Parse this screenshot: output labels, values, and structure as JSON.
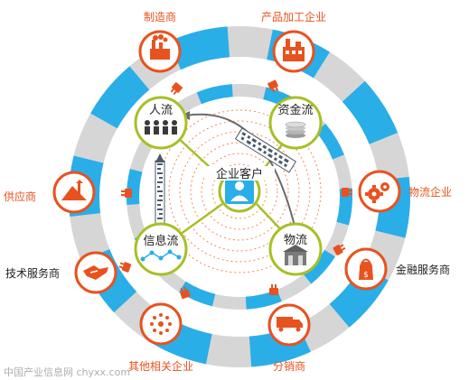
{
  "colors": {
    "orange": "#e8521f",
    "olive": "#a8bf27",
    "cyan": "#2aaee8",
    "gray": "#d4d4d4",
    "dark_gray": "#6b6b6b",
    "red_dash": "#f08a5a"
  },
  "center": {
    "label": "企业客户",
    "icon": "person-icon"
  },
  "flows": [
    {
      "label": "人流",
      "icon": "people-icon"
    },
    {
      "label": "资金流",
      "icon": "coins-icon"
    },
    {
      "label": "信息流",
      "icon": "network-icon"
    },
    {
      "label": "物流",
      "icon": "warehouse-icon"
    }
  ],
  "partners": [
    {
      "label": "制造商",
      "icon": "factory-icon"
    },
    {
      "label": "产品加工企业",
      "icon": "processing-plant-icon"
    },
    {
      "label": "物流企业",
      "icon": "gears-icon"
    },
    {
      "label": "金融服务商",
      "icon": "money-bag-icon"
    },
    {
      "label": "分销商",
      "icon": "truck-icon"
    },
    {
      "label": "其他相关企业",
      "icon": "dots-icon"
    },
    {
      "label": "技术服务商",
      "icon": "handshake-icon"
    },
    {
      "label": "供应商",
      "icon": "pile-icon"
    }
  ],
  "watermark": "中国产业信息网 chyxx.com"
}
